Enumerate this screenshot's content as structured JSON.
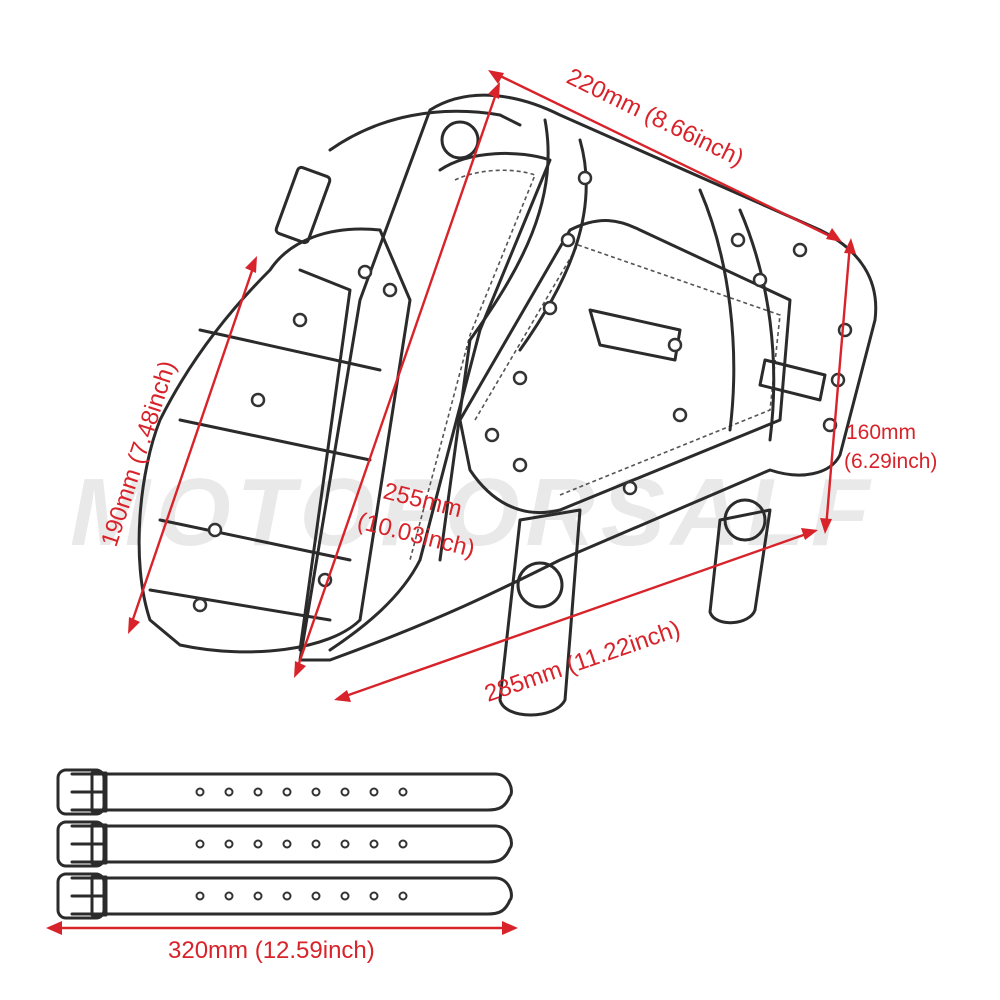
{
  "watermark": "MOTOFORSALF",
  "dimensions": {
    "top_width": "220mm (8.66inch)",
    "left_height": "190mm (7.48inch)",
    "diagonal_line1": "255mm",
    "diagonal_line2": "(10.03inch)",
    "right_height_line1": "160mm",
    "right_height_line2": "(6.29inch)",
    "bottom_width": "285mm (11.22inch)",
    "strap_length": "320mm (12.59inch)"
  },
  "colors": {
    "dimension": "#d8232a",
    "ink": "#2b2b2b",
    "watermark": "#e9e9e9"
  },
  "straps": [
    {
      "holes": 8
    },
    {
      "holes": 8
    },
    {
      "holes": 8
    }
  ]
}
